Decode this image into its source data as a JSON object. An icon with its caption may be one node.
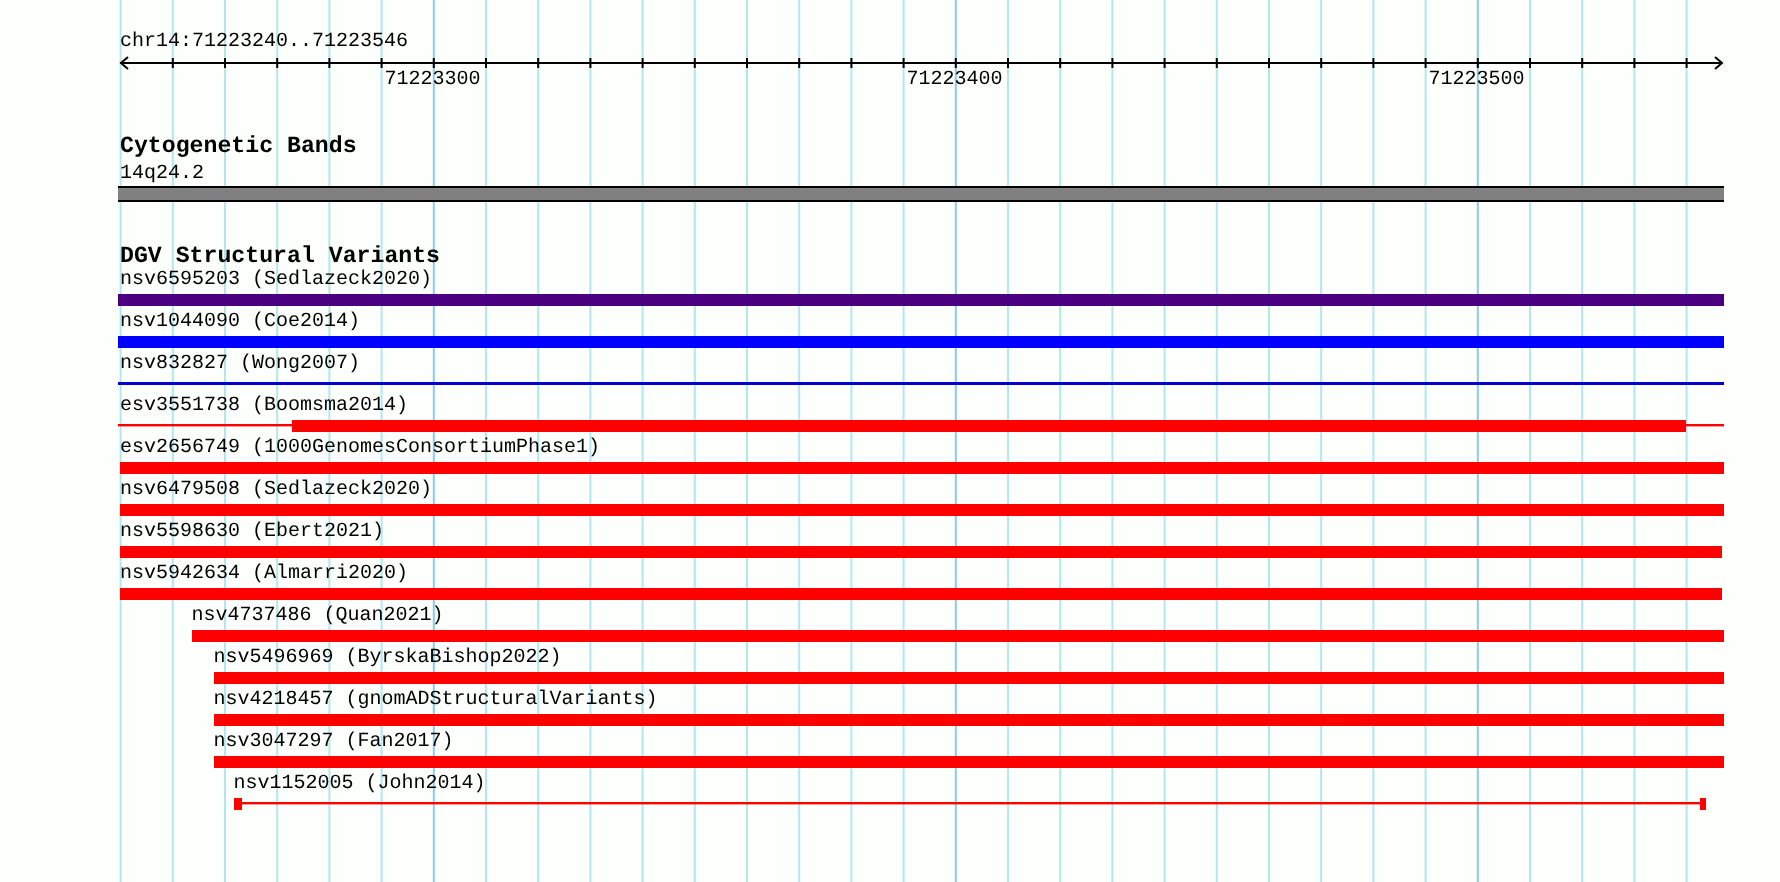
{
  "diagram": {
    "nodes": [
      {
        "text": [
          "14q24.2"
        ]
      },
      {
        "text": [
          "nsv6595203 (Sedlazeck2020)"
        ]
      },
      {
        "text": [
          "nsv1044090 (Coe2014)"
        ]
      },
      {
        "text": [
          "nsv832827 (Wong2007)"
        ]
      },
      {
        "text": [
          "esv3551738 (Boomsma2014)"
        ]
      },
      {
        "text": [
          "esv2656749 (1000GenomesConsortiumPhase1)"
        ]
      },
      {
        "text": [
          "nsv6479508 (Sedlazeck2020)"
        ]
      },
      {
        "text": [
          "nsv5598630 (Ebert2021)"
        ]
      },
      {
        "text": [
          "nsv5942634 (Almarri2020)"
        ]
      },
      {
        "text": [
          "nsv4737486 (Quan2021)"
        ]
      },
      {
        "text": [
          "nsv5496969 (ByrskaBishop2022)"
        ]
      },
      {
        "text": [
          "nsv4218457 (gnomADStructuralVariants)"
        ]
      },
      {
        "text": [
          "nsv3047297 (Fan2017)"
        ]
      },
      {
        "text": [
          "nsv1152005 (John2014)"
        ]
      }
    ],
    "labels": [
      "chr14:71223240..71223546",
      "71223300",
      "71223400",
      "71223500",
      "Cytogenetic Bands",
      "DGV Structural Variants"
    ]
  }
}
